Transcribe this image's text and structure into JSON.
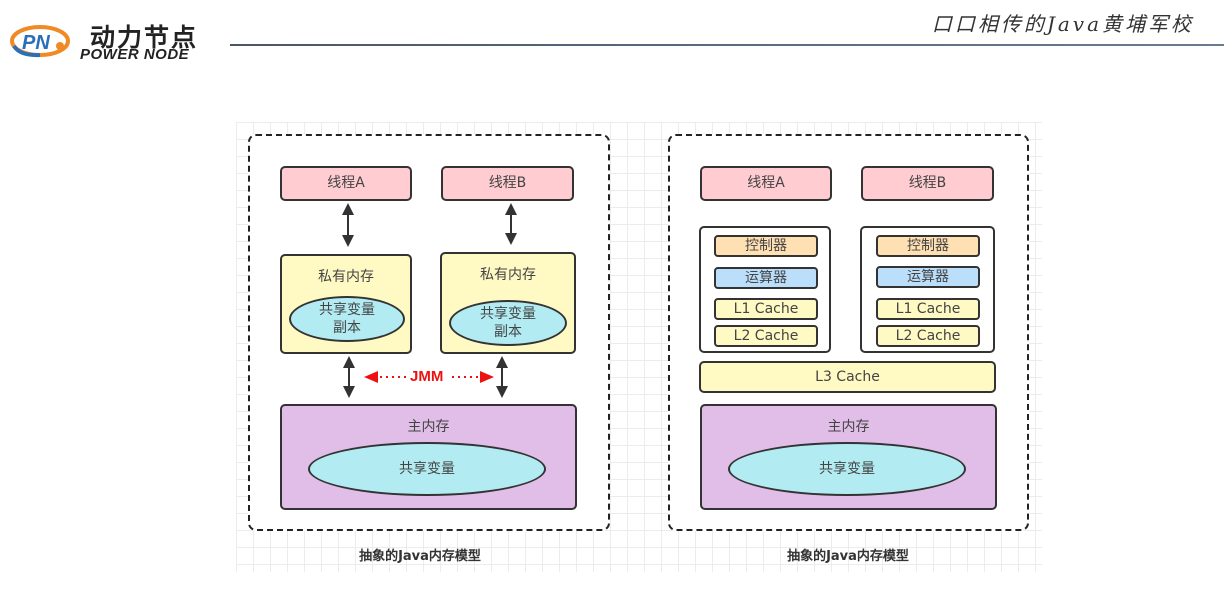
{
  "header": {
    "logo_cn": "动力节点",
    "logo_en": "POWER NODE",
    "logo_mark": "PN",
    "slogan": "口口相传的Java黄埔军校",
    "brand_colors": {
      "orange": "#f08a24",
      "blue": "#2a6fb8",
      "line": "#5a6b80"
    }
  },
  "diagram_left": {
    "threads": [
      "线程A",
      "线程B"
    ],
    "private_memory_label": "私有内存",
    "shared_copy_label": "共享变量\n副本",
    "shared_copy_line1": "共享变量",
    "shared_copy_line2": "副本",
    "jmm_label": "JMM",
    "main_memory_label": "主内存",
    "shared_variable_label": "共享变量",
    "caption": "抽象的Java内存模型"
  },
  "diagram_right": {
    "threads": [
      "线程A",
      "线程B"
    ],
    "cpu_units": [
      {
        "controller": "控制器",
        "alu": "运算器",
        "l1": "L1 Cache",
        "l2": "L2 Cache"
      },
      {
        "controller": "控制器",
        "alu": "运算器",
        "l1": "L1 Cache",
        "l2": "L2 Cache"
      }
    ],
    "l3_cache": "L3 Cache",
    "main_memory_label": "主内存",
    "shared_variable_label": "共享变量",
    "caption": "抽象的Java内存模型"
  },
  "colors": {
    "thread": "#ffccd2",
    "private_memory": "#fff9c4",
    "shared_variable": "#b2ebf2",
    "main_memory": "#e1bee7",
    "controller": "#ffe0b2",
    "alu": "#bbdefb",
    "cache": "#fff9c4",
    "jmm": "#ee1111"
  }
}
